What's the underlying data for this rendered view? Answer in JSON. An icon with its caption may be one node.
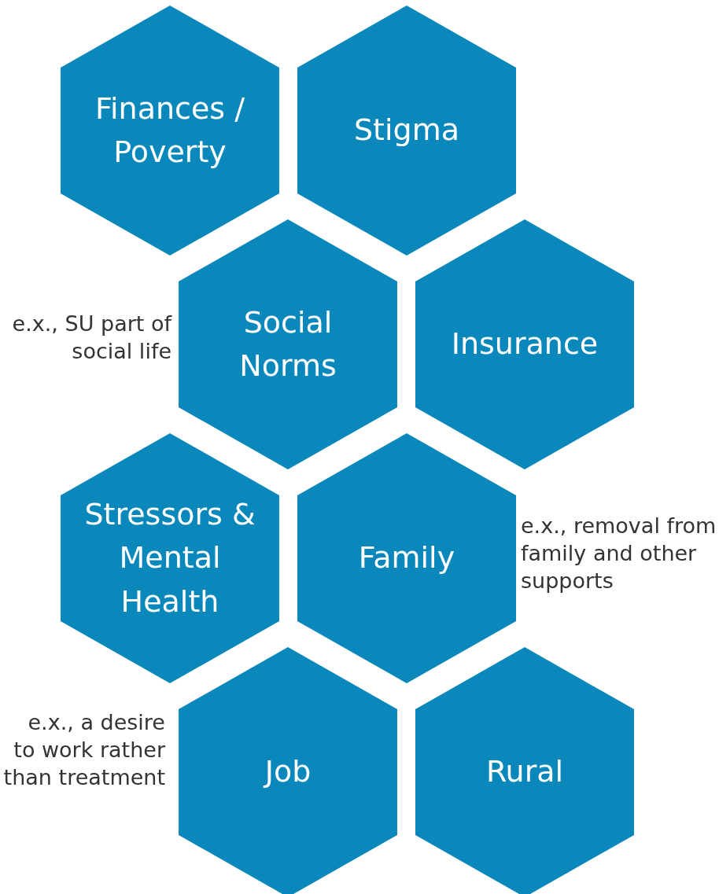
{
  "diagram": {
    "nodes": [
      {
        "text": [
          "Finances / Poverty"
        ]
      },
      {
        "text": [
          "Stigma"
        ]
      },
      {
        "text": [
          "Social Norms"
        ],
        "beside": [
          "e.x., SU part of social life"
        ]
      },
      {
        "text": [
          "Insurance"
        ]
      },
      {
        "text": [
          "Stressors & Mental Health"
        ]
      },
      {
        "text": [
          "Family"
        ],
        "beside": [
          "e.x., removal from family and other supports"
        ]
      },
      {
        "text": [
          "Job"
        ],
        "beside": [
          "e.x., a desire to work rather than treatment"
        ]
      },
      {
        "text": [
          "Rural"
        ]
      }
    ]
  }
}
